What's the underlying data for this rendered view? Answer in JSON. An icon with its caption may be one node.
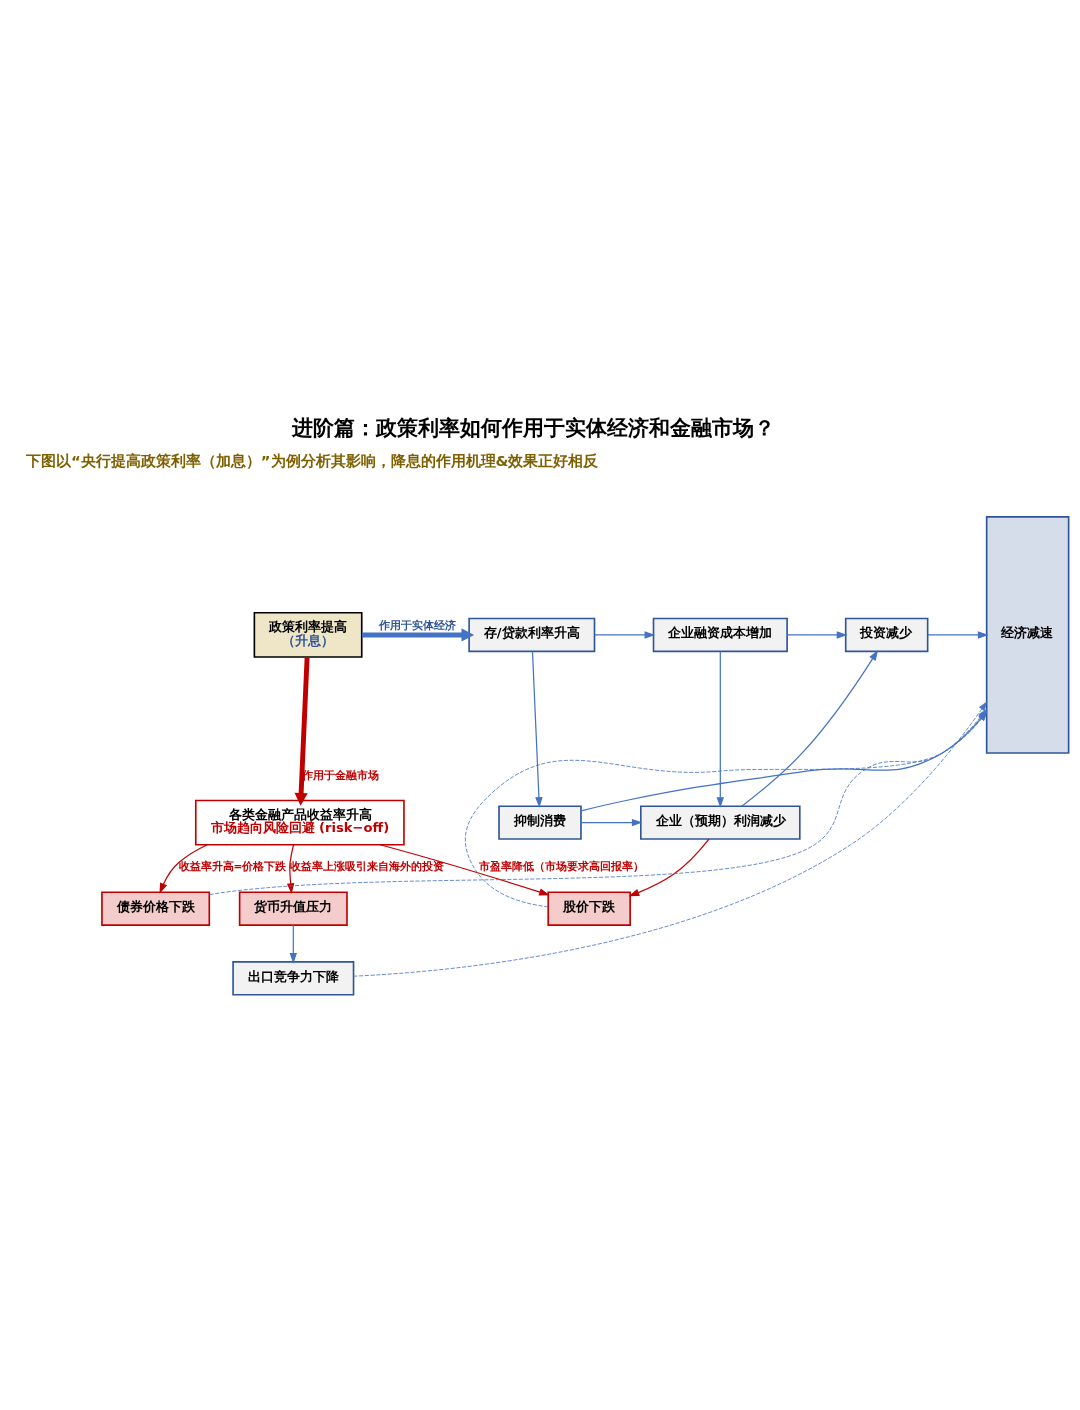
{
  "diagram": {
    "title": "进阶篇：政策利率如何作用于实体经济和金融市场？",
    "nodes": [
      {
        "text": [
          "政策利率提高",
          "（升息）"
        ]
      },
      {
        "text": [
          "存/贷款利率升高"
        ]
      },
      {
        "text": [
          "企业融资成本增加"
        ]
      },
      {
        "text": [
          "投资减少"
        ]
      },
      {
        "text": [
          "经济减速"
        ]
      },
      {
        "text": [
          "抑制消费"
        ]
      },
      {
        "text": [
          "企业（预期）利润减少"
        ]
      },
      {
        "text": [
          "各类金融产品收益率升高",
          "市场趋向风险回避 (risk−off)"
        ]
      },
      {
        "text": [
          "股价下跌"
        ]
      },
      {
        "text": [
          "债券价格下跌"
        ]
      },
      {
        "text": [
          "货币升值压力"
        ]
      },
      {
        "text": [
          "出口竞争力下降"
        ]
      }
    ],
    "edges": [
      {
        "from": 0,
        "to": 1,
        "arrow": "to",
        "label": "作用于实体经济",
        "style": "thick"
      },
      {
        "from": 0,
        "to": 7,
        "arrow": "to",
        "label": "作用于金融市场",
        "style": "thick",
        "color": "#c00000"
      },
      {
        "from": 1,
        "to": 2,
        "arrow": "to"
      },
      {
        "from": 2,
        "to": 3,
        "arrow": "to"
      },
      {
        "from": 3,
        "to": 4,
        "arrow": "to"
      },
      {
        "from": 1,
        "to": 5,
        "arrow": "to"
      },
      {
        "from": 2,
        "to": 6,
        "arrow": "to"
      },
      {
        "from": 5,
        "to": 6,
        "arrow": "to"
      },
      {
        "from": 6,
        "to": 3,
        "arrow": "to"
      },
      {
        "from": 5,
        "to": 4,
        "arrow": "to"
      },
      {
        "from": 6,
        "to": 8,
        "arrow": "to",
        "color": "#c00000"
      },
      {
        "from": 7,
        "to": 8,
        "arrow": "to",
        "label": "市盈率降低（市场要求高回报率）",
        "color": "#c00000"
      },
      {
        "from": 7,
        "to": 9,
        "arrow": "to",
        "label": "收益率升高=价格下跌",
        "color": "#c00000"
      },
      {
        "from": 7,
        "to": 10,
        "arrow": "to",
        "label": "收益率上涨吸引来自海外的投资",
        "color": "#c00000"
      },
      {
        "from": 10,
        "to": 11,
        "arrow": "to"
      },
      {
        "from": 8,
        "to": 4,
        "arrow": "to",
        "style": "dashed"
      },
      {
        "from": 9,
        "to": 4,
        "arrow": "to",
        "style": "dashed"
      },
      {
        "from": 11,
        "to": 4,
        "arrow": "to",
        "style": "dashed"
      }
    ],
    "labels": [
      "下图以“央行提高政策利率（加息）”为例分析其影响，降息的作用机理&效果正好相反"
    ]
  }
}
